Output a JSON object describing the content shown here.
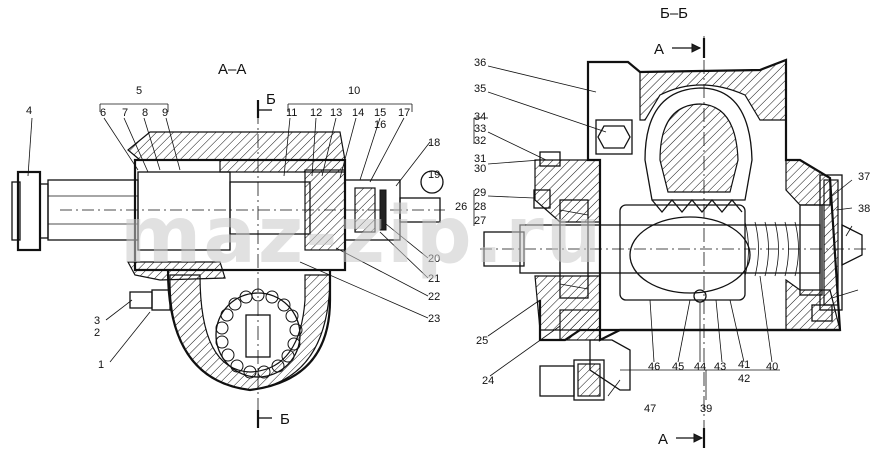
{
  "watermark": "maz-zip.ru",
  "left_view": {
    "title": "А–А",
    "cut_label_top": "Б",
    "cut_label_bottom": "Б",
    "callouts": [
      "1",
      "2",
      "3",
      "4",
      "5",
      "6",
      "7",
      "8",
      "9",
      "10",
      "11",
      "12",
      "13",
      "14",
      "15",
      "16",
      "17",
      "18",
      "19",
      "20",
      "21",
      "22",
      "23"
    ]
  },
  "right_view": {
    "title": "Б–Б",
    "cut_label_top": "А",
    "cut_label_bottom": "А",
    "callouts": [
      "24",
      "25",
      "26",
      "27",
      "28",
      "29",
      "30",
      "31",
      "32",
      "33",
      "34",
      "35",
      "36",
      "37",
      "38",
      "39",
      "40",
      "41",
      "42",
      "43",
      "44",
      "45",
      "46",
      "47"
    ]
  }
}
